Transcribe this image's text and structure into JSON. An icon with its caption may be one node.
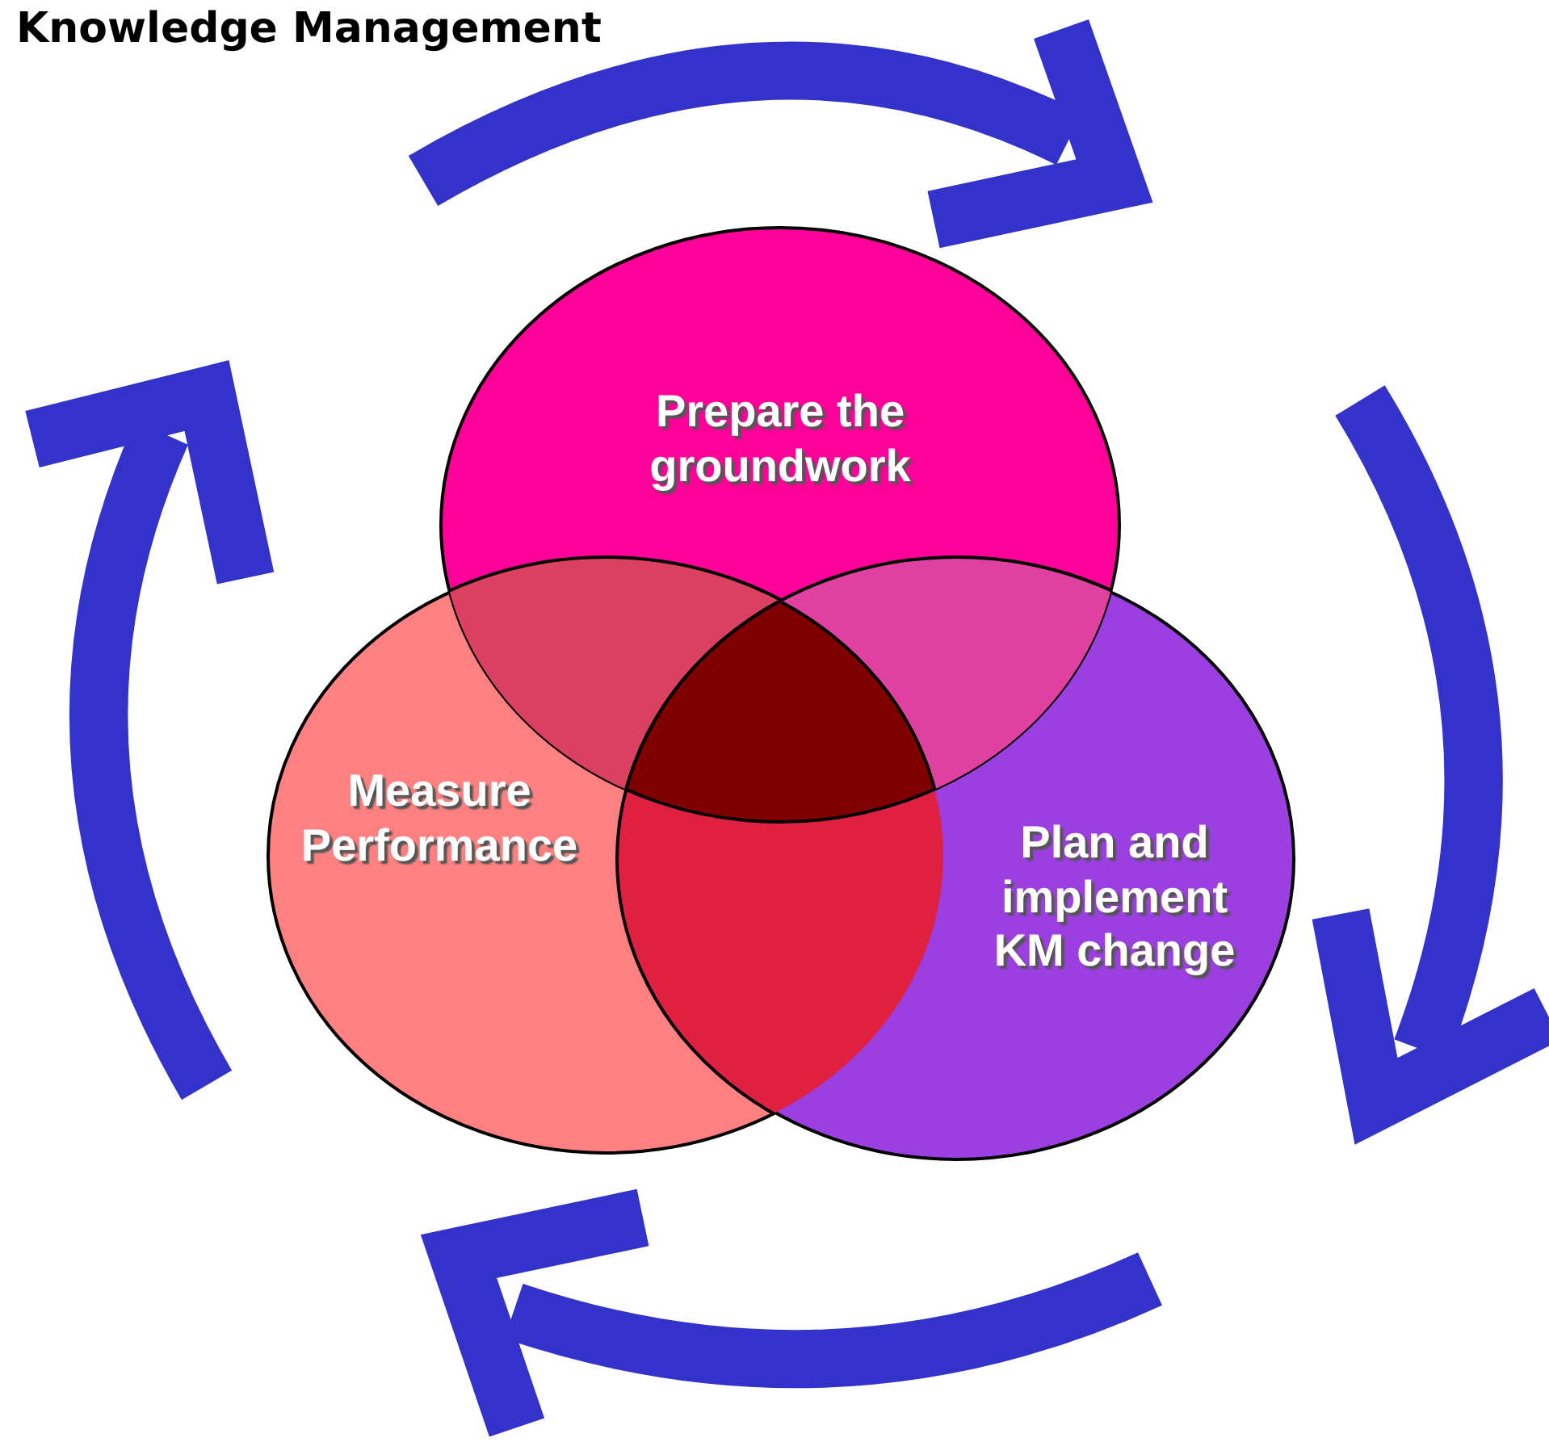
{
  "diagram": {
    "title": "Knowledge Management",
    "nodes": [
      {
        "text": [
          "Prepare the groundwork"
        ]
      },
      {
        "text": [
          "Measure Performance"
        ]
      },
      {
        "text": [
          "Plan and implement KM change"
        ]
      }
    ]
  }
}
